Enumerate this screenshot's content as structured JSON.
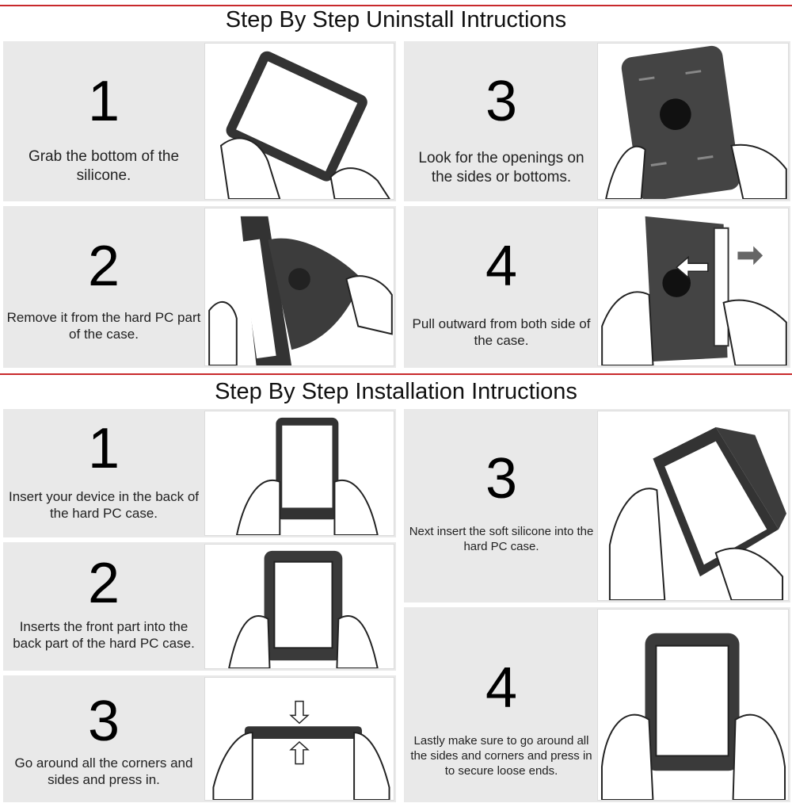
{
  "uninstall": {
    "title": "Step By Step Uninstall Intructions",
    "steps": [
      {
        "number": "1",
        "text": "Grab the bottom of the silicone."
      },
      {
        "number": "2",
        "text": "Remove it from the hard PC part of the case."
      },
      {
        "number": "3",
        "text": "Look for the openings on the sides or bottoms."
      },
      {
        "number": "4",
        "text": "Pull outward from both side of the case."
      }
    ]
  },
  "install": {
    "title": "Step By Step Installation Intructions",
    "steps": [
      {
        "number": "1",
        "text": "Insert your device in the back of the hard PC case."
      },
      {
        "number": "2",
        "text": "Inserts the front part into the back part of the hard PC case."
      },
      {
        "number": "3",
        "text": "Go around all the corners and sides and press in."
      },
      {
        "number": "3",
        "text": "Next insert the soft silicone into the hard PC case."
      },
      {
        "number": "4",
        "text": "Lastly make sure to go around all the sides and corners and press in to secure loose ends."
      }
    ]
  },
  "colors": {
    "rule": "#c8292c",
    "card": "#e9e9e9",
    "case": "#3a3a3a"
  }
}
